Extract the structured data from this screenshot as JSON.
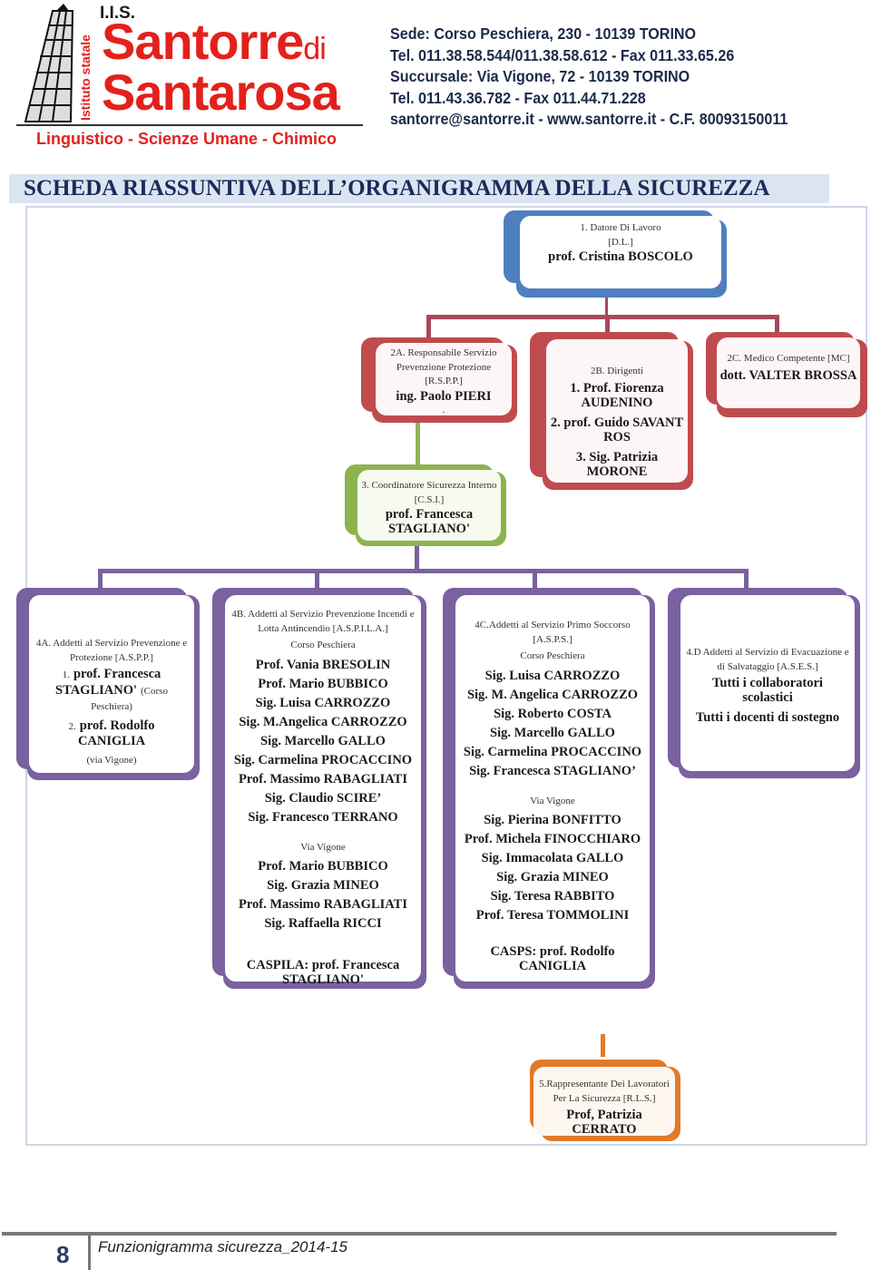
{
  "header": {
    "logo_iis": "I.I.S.",
    "logo_vertical": "Istituto statale",
    "logo_line1": "Santorre",
    "logo_di": "di",
    "logo_line2": "Santarosa",
    "logo_subtitle": "Linguistico - Scienze Umane - Chimico",
    "sede_lines": [
      "Sede: Corso Peschiera, 230 - 10139 TORINO",
      "Tel. 011.38.58.544/011.38.58.612 - Fax 011.33.65.26",
      "Succursale: Via Vigone, 72 - 10139 TORINO",
      "Tel. 011.43.36.782 - Fax 011.44.71.228",
      "santorre@santorre.it - www.santorre.it - C.F. 80093150011"
    ]
  },
  "title": "SCHEDA RIASSUNTIVA DELL’ORGANIGRAMMA DELLA SICUREZZA",
  "colors": {
    "red": "#bf4b4f",
    "blue": "#4f7fbf",
    "purple": "#7a619f",
    "orange": "#e07b2a",
    "connector": "#a8485a"
  },
  "boxes": {
    "dl": {
      "label": "1. Datore Di Lavoro",
      "abbr": "[D.L.]",
      "name": "prof. Cristina BOSCOLO"
    },
    "rspp": {
      "label": "2A. Responsabile Servizio Prevenzione Protezione",
      "abbr": "[R.S.P.P.]",
      "name": "ing. Paolo PIERI",
      "dot": "."
    },
    "dirigenti": {
      "label": "2B. Dirigenti",
      "items": [
        "1. Prof. Fiorenza AUDENINO",
        "2. prof. Guido SAVANT ROS",
        "3. Sig. Patrizia MORONE"
      ]
    },
    "mc": {
      "label": "2C. Medico Competente [MC]",
      "name": "dott. VALTER BROSSA"
    },
    "csi": {
      "label": "3. Coordinatore Sicurezza Interno",
      "abbr": "[C.S.I.]",
      "name": "prof. Francesca STAGLIANO'"
    },
    "aspp": {
      "label": "4A. Addetti al Servizio Prevenzione e Protezione [A.S.P.P.]",
      "item1_num": "1.",
      "item1_name": "prof. Francesca STAGLIANO'",
      "item1_place": "(Corso Peschiera)",
      "item2_num": "2.",
      "item2_name": "prof. Rodolfo CANIGLIA",
      "item2_place": "(via Vigone)"
    },
    "aspila": {
      "label": "4B. Addetti al Servizio Prevenzione Incendi e Lotta Antincendio [A.S.P.I.L.A.]",
      "section1": "Corso Peschiera",
      "names1": [
        "Prof. Vania BRESOLIN",
        "Prof. Mario BUBBICO",
        "Sig. Luisa CARROZZO",
        "Sig. M.Angelica CARROZZO",
        "Sig. Marcello GALLO",
        "Sig. Carmelina PROCACCINO",
        "Prof. Massimo RABAGLIATI",
        "Sig. Claudio SCIRE’",
        "Sig. Francesco TERRANO"
      ],
      "section2": "Via Vigone",
      "names2": [
        "Prof. Mario BUBBICO",
        "Sig. Grazia MINEO",
        "Prof. Massimo RABAGLIATI",
        "Sig. Raffaella RICCI"
      ],
      "footer": "CASPILA: prof. Francesca STAGLIANO'"
    },
    "asps": {
      "label": "4C.Addetti al Servizio Primo Soccorso [A.S.P.S.]",
      "section1": "Corso Peschiera",
      "names1": [
        "Sig. Luisa CARROZZO",
        "Sig. M. Angelica CARROZZO",
        "Sig. Roberto COSTA",
        "Sig. Marcello GALLO",
        "Sig. Carmelina PROCACCINO",
        "Sig. Francesca STAGLIANO’"
      ],
      "section2": "Via Vigone",
      "names2": [
        "Sig. Pierina BONFITTO",
        "Prof. Michela FINOCCHIARO",
        "Sig. Immacolata GALLO",
        "Sig. Grazia MINEO",
        "Sig. Teresa RABBITO",
        "Prof. Teresa TOMMOLINI"
      ],
      "footer": "CASPS: prof. Rodolfo CANIGLIA"
    },
    "ases": {
      "label": "4.D Addetti al Servizio di Evacuazione e di Salvataggio [A.S.E.S.]",
      "line1": "Tutti i collaboratori scolastici",
      "line2": "Tutti i docenti di sostegno"
    },
    "rls": {
      "label": "5.Rappresentante Dei Lavoratori Per La Sicurezza [R.L.S.]",
      "name": "Prof, Patrizia CERRATO"
    }
  },
  "footer": {
    "page_number": "8",
    "text": "Funzionigramma sicurezza_2014-15"
  }
}
